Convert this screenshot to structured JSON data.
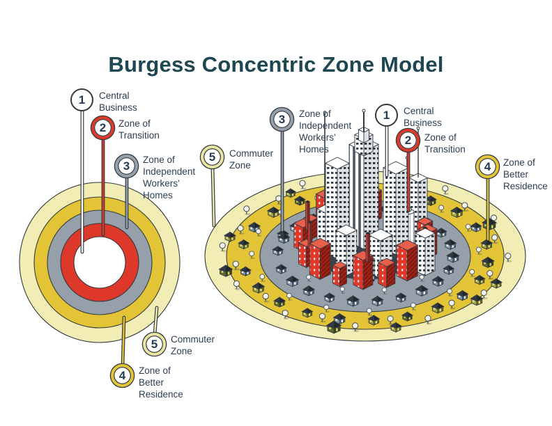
{
  "title": "Burgess Concentric Zone Model",
  "colors": {
    "title_text": "#1e4752",
    "label_text": "#2c3e50",
    "number_text": "#243c55",
    "ink": "#333a40",
    "red": "#dd3829",
    "red_dark": "#9c2318",
    "gold": "#e2c436",
    "pale": "#f2edb4",
    "gray": "#96a0ab",
    "white": "#ffffff"
  },
  "left_diagram": {
    "pins": [
      {
        "num": "1",
        "label": "Central\nBusiness"
      },
      {
        "num": "2",
        "label": "Zone of\nTransition"
      },
      {
        "num": "3",
        "label": "Zone of\nIndependent\nWorkers’\nHomes"
      },
      {
        "num": "4",
        "label": "Zone of\nBetter\nResidence"
      },
      {
        "num": "5",
        "label": "Commuter\nZone"
      }
    ]
  },
  "right_diagram": {
    "pins": [
      {
        "num": "1",
        "label": "Central\nBusiness"
      },
      {
        "num": "2",
        "label": "Zone of\nTransition"
      },
      {
        "num": "3",
        "label": "Zone of\nIndependent\nWorkers’\nHomes"
      },
      {
        "num": "4",
        "label": "Zone of\nBetter\nResidence"
      },
      {
        "num": "5",
        "label": "Commuter\nZone"
      }
    ]
  }
}
